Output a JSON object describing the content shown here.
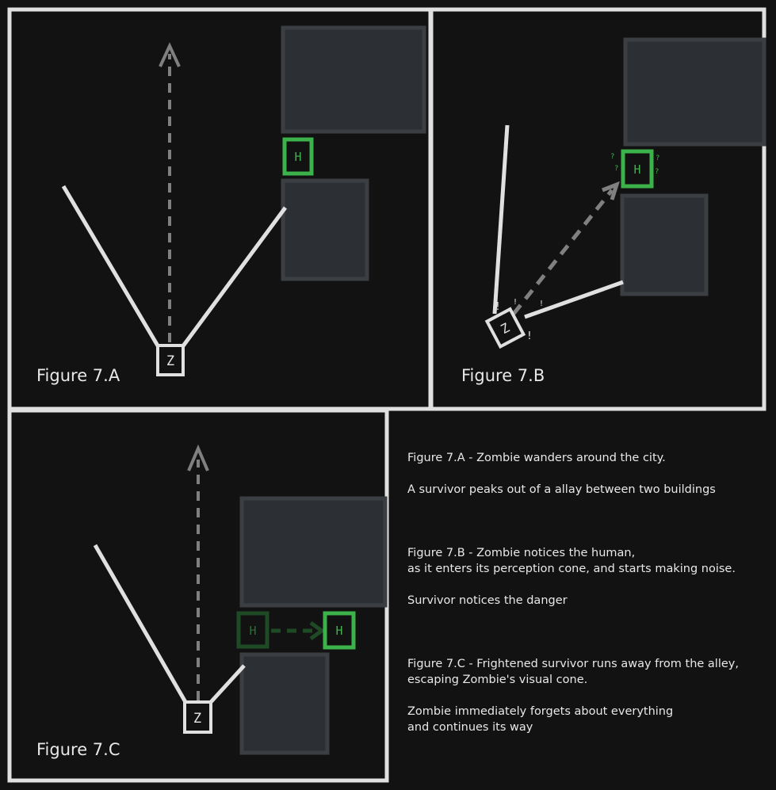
{
  "figures": {
    "a": {
      "label": "Figure 7.A",
      "zombie": "Z",
      "human": "H"
    },
    "b": {
      "label": "Figure 7.B",
      "zombie": "Z",
      "human": "H",
      "noise_marks": [
        "!",
        "!",
        "!",
        "!"
      ],
      "confusion_marks": [
        "?",
        "?",
        "?",
        "?"
      ]
    },
    "c": {
      "label": "Figure 7.C",
      "zombie": "Z",
      "human_before": "H",
      "human_after": "H"
    }
  },
  "notes": {
    "a_title": "Figure  7.A - Zombie wanders around the city.",
    "a_body": "A survivor peaks out of a allay between two buildings",
    "b_title": "Figure 7.B - Zombie notices the human,",
    "b_line2": "as it enters its perception cone, and starts making noise.",
    "b_body": "Survivor notices the danger",
    "c_title": "Figure 7.C - Frightened survivor runs away from the alley,",
    "c_line2": "escaping Zombie's visual cone.",
    "c_body1": "Zombie immediately forgets about everything",
    "c_body2": "and continues its way"
  },
  "colors": {
    "background": "#121212",
    "stroke": "#e0e0e0",
    "building": "#2c2f33",
    "building_border": "#3b3f44",
    "human_active": "#3cb34a",
    "human_faded": "#1f4a26",
    "path_gray": "#808080"
  }
}
